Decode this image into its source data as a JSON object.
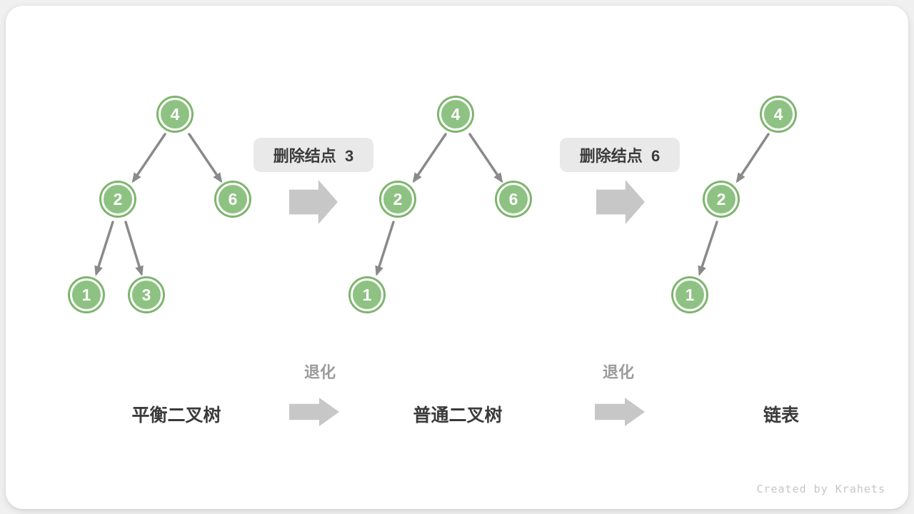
{
  "badges": [
    {
      "label": "删除结点  3"
    },
    {
      "label": "删除结点  6"
    }
  ],
  "degrade": [
    {
      "label": "退化"
    },
    {
      "label": "退化"
    }
  ],
  "captions": [
    {
      "label": "平衡二叉树"
    },
    {
      "label": "普通二叉树"
    },
    {
      "label": "链表"
    }
  ],
  "trees": [
    {
      "nodes": [
        {
          "value": "4"
        },
        {
          "value": "2"
        },
        {
          "value": "6"
        },
        {
          "value": "1"
        },
        {
          "value": "3"
        }
      ]
    },
    {
      "nodes": [
        {
          "value": "4"
        },
        {
          "value": "2"
        },
        {
          "value": "6"
        },
        {
          "value": "1"
        }
      ]
    },
    {
      "nodes": [
        {
          "value": "4"
        },
        {
          "value": "2"
        },
        {
          "value": "1"
        }
      ]
    }
  ],
  "watermark": "Created by Krahets",
  "colors": {
    "page_bg": "#f0f0f0",
    "card_bg": "#ffffff",
    "node_fill": "#8ec283",
    "node_ring": "#7cb56c",
    "node_text": "#ffffff",
    "edge": "#8a8a8a",
    "block_arrow": "#c7c7c7",
    "badge_bg": "#e9e9e9",
    "text_dark": "#3b3b3b",
    "text_gray": "#9b9b9b",
    "watermark": "#c6c6c6"
  }
}
